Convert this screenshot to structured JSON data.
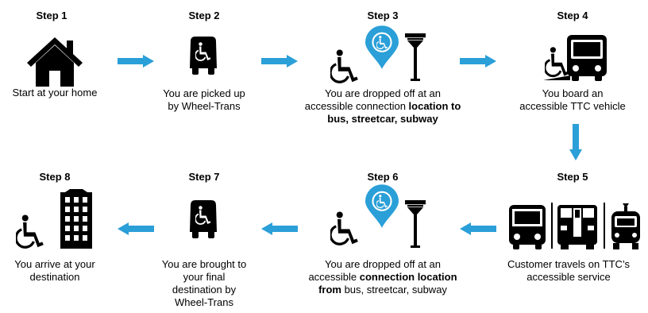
{
  "accent_color": "#2a9fd8",
  "icons": [
    "house-icon",
    "wheel-trans-bus-icon",
    "wheelchair-icon",
    "location-pin-icon",
    "transit-stop-pole-icon",
    "ttc-bus-icon",
    "subway-train-icon",
    "streetcar-icon",
    "building-icon"
  ],
  "steps": [
    {
      "title": "Step 1",
      "desc": [
        {
          "text": "Start at your home",
          "bold": false
        }
      ]
    },
    {
      "title": "Step 2",
      "desc": [
        {
          "text": "You are picked up by Wheel-Trans",
          "bold": false
        }
      ]
    },
    {
      "title": "Step 3",
      "desc": [
        {
          "text": "You are dropped off at an accessible connection ",
          "bold": false
        },
        {
          "text": "location to bus, streetcar, subway",
          "bold": true
        }
      ]
    },
    {
      "title": "Step 4",
      "desc": [
        {
          "text": "You board an accessible TTC vehicle",
          "bold": false
        }
      ]
    },
    {
      "title": "Step 5",
      "desc": [
        {
          "text": "Customer travels on TTC’s accessible service",
          "bold": false
        }
      ]
    },
    {
      "title": "Step 6",
      "desc": [
        {
          "text": "You are dropped off at an accessible ",
          "bold": false
        },
        {
          "text": "connection location from",
          "bold": true
        },
        {
          "text": " bus, streetcar, subway",
          "bold": false
        }
      ]
    },
    {
      "title": "Step 7",
      "desc": [
        {
          "text": "You are brought to your final destination by Wheel-Trans",
          "bold": false
        }
      ]
    },
    {
      "title": "Step 8",
      "desc": [
        {
          "text": "You arrive at your destination",
          "bold": false
        }
      ]
    }
  ]
}
